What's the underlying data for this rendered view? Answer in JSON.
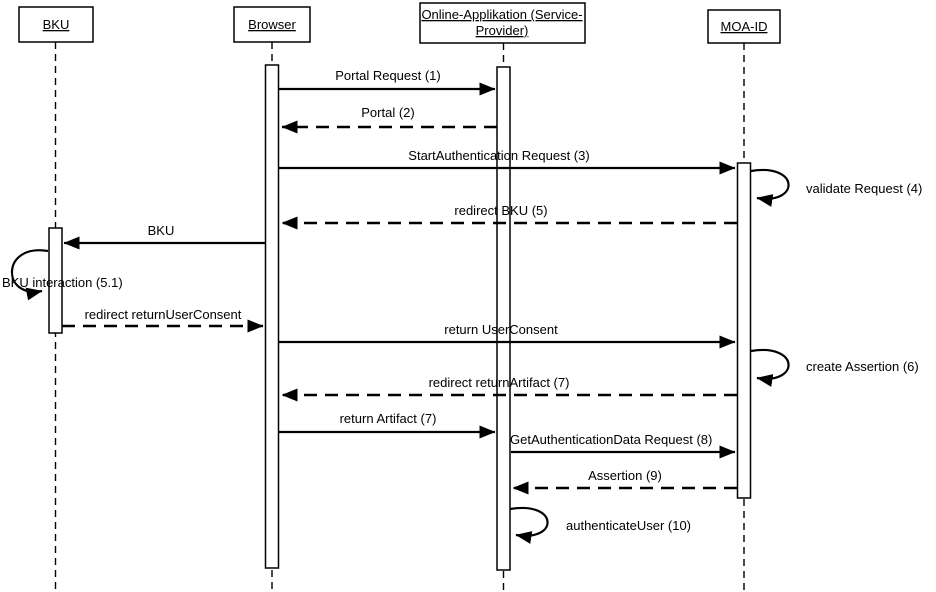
{
  "diagram": {
    "type": "uml-sequence-diagram",
    "colors": {
      "line": "#000000",
      "text": "#000000",
      "background": "#ffffff"
    },
    "participants": [
      {
        "id": "bku",
        "label": "BKU"
      },
      {
        "id": "browser",
        "label": "Browser"
      },
      {
        "id": "online_app",
        "label_line1": "Online-Applikation (Service-",
        "label_line2": "Provider)"
      },
      {
        "id": "moa_id",
        "label": "MOA-ID"
      }
    ],
    "messages": [
      {
        "id": "portal-request",
        "label": "Portal Request (1)",
        "type": "solid",
        "from": "browser",
        "to": "online_app"
      },
      {
        "id": "portal",
        "label": "Portal (2)",
        "type": "dashed-return",
        "from": "online_app",
        "to": "browser"
      },
      {
        "id": "start-authentication-request",
        "label": "StartAuthentication Request (3)",
        "type": "solid",
        "from": "browser",
        "to": "moa_id"
      },
      {
        "id": "validate-request",
        "label": "validate Request (4)",
        "type": "self",
        "on": "moa_id"
      },
      {
        "id": "redirect-bku",
        "label": "redirect BKU (5)",
        "type": "dashed-return",
        "from": "moa_id",
        "to": "browser"
      },
      {
        "id": "bku-message",
        "label": "BKU",
        "type": "solid",
        "from": "browser",
        "to": "bku"
      },
      {
        "id": "bku-interaction",
        "label": "BKU interaction (5.1)",
        "type": "self",
        "on": "bku"
      },
      {
        "id": "redirect-return-user-consent",
        "label": "redirect returnUserConsent",
        "type": "dashed-return",
        "from": "bku",
        "to": "browser"
      },
      {
        "id": "return-user-consent",
        "label": "return UserConsent",
        "type": "solid",
        "from": "browser",
        "to": "moa_id"
      },
      {
        "id": "create-assertion",
        "label": "create Assertion (6)",
        "type": "self",
        "on": "moa_id"
      },
      {
        "id": "redirect-return-artifact",
        "label": "redirect returnArtifact (7)",
        "type": "dashed-return",
        "from": "moa_id",
        "to": "browser"
      },
      {
        "id": "return-artifact",
        "label": "return Artifact (7)",
        "type": "solid",
        "from": "browser",
        "to": "online_app"
      },
      {
        "id": "get-authentication-data-request",
        "label": "GetAuthenticationData Request (8)",
        "type": "solid",
        "from": "online_app",
        "to": "moa_id"
      },
      {
        "id": "assertion",
        "label": "Assertion (9)",
        "type": "dashed-return",
        "from": "moa_id",
        "to": "online_app"
      },
      {
        "id": "authenticate-user",
        "label": "authenticateUser (10)",
        "type": "self",
        "on": "online_app"
      }
    ]
  }
}
